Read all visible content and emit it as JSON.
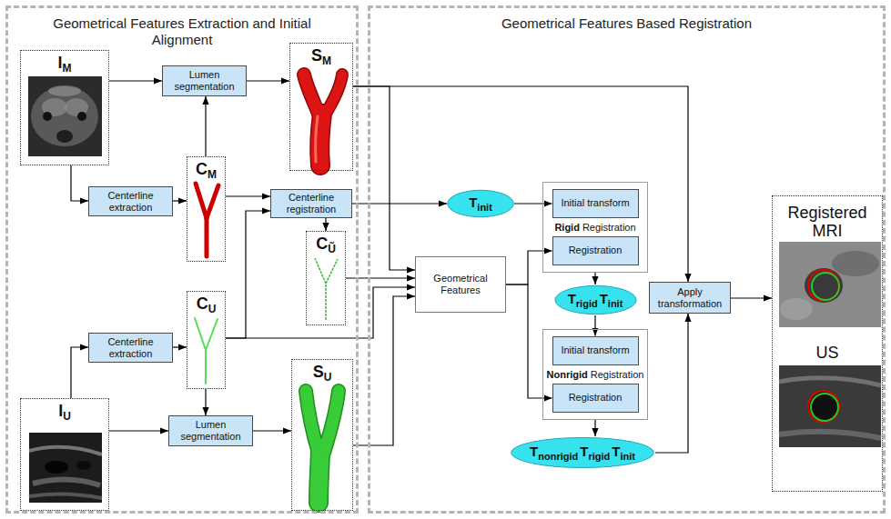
{
  "diagram": {
    "nodes": [
      {
        "text": [
          "Geometrical Features Extraction and Initial Alignment"
        ]
      },
      {
        "text": [
          "I",
          "M"
        ],
        "in": 0
      },
      {
        "text": [
          "Lumen segmentation"
        ],
        "in": 0
      },
      {
        "text": [
          "S",
          "M"
        ],
        "in": 0
      },
      {
        "text": [
          "Centerline extraction"
        ],
        "in": 0
      },
      {
        "text": [
          "C",
          "M"
        ],
        "in": 0
      },
      {
        "text": [
          "Centerline registration"
        ],
        "in": 0
      },
      {
        "text": [
          "C",
          "Ũ"
        ],
        "in": 0
      },
      {
        "text": [
          "C",
          "U"
        ],
        "in": 0
      },
      {
        "text": [
          "Centerline extraction"
        ],
        "in": 0
      },
      {
        "text": [
          "I",
          "U"
        ],
        "in": 0
      },
      {
        "text": [
          "Lumen segmentation"
        ],
        "in": 0
      },
      {
        "text": [
          "S",
          "U"
        ],
        "in": 0
      },
      {
        "text": [
          "Geometrical Features Based Registration"
        ]
      },
      {
        "text": [
          "T",
          "init"
        ],
        "in": 13
      },
      {
        "text": [
          "Rigid",
          "Registration"
        ],
        "in": 13
      },
      {
        "text": [
          "Initial transform"
        ],
        "in": 15
      },
      {
        "text": [
          "Registration"
        ],
        "in": 15
      },
      {
        "text": [
          "Geometrical Features"
        ],
        "in": 13
      },
      {
        "text": [
          "T",
          "rigid",
          "T",
          "init"
        ],
        "in": 13
      },
      {
        "text": [
          "Nonrigid",
          "Registration"
        ],
        "in": 13
      },
      {
        "text": [
          "Initial transform"
        ],
        "in": 20
      },
      {
        "text": [
          "Registration"
        ],
        "in": 20
      },
      {
        "text": [
          "T",
          "nonrigid",
          "T",
          "rigid",
          "T",
          "init"
        ],
        "in": 13
      },
      {
        "text": [
          "Apply transformation"
        ],
        "in": 13
      },
      {
        "text": [
          "Registered MRI",
          "US"
        ],
        "in": 13
      }
    ],
    "edges": [
      {
        "from": 1,
        "to": 2,
        "arrow": "to"
      },
      {
        "from": 2,
        "to": 3,
        "arrow": "to"
      },
      {
        "from": 5,
        "to": 2,
        "arrow": "to"
      },
      {
        "from": 1,
        "to": 4,
        "arrow": "to"
      },
      {
        "from": 4,
        "to": 5,
        "arrow": "to"
      },
      {
        "from": 5,
        "to": 6,
        "arrow": "to"
      },
      {
        "from": 8,
        "to": 6,
        "arrow": "to"
      },
      {
        "from": 6,
        "to": 7,
        "arrow": "to"
      },
      {
        "from": 6,
        "to": 14,
        "arrow": "to"
      },
      {
        "from": 10,
        "to": 9,
        "arrow": "to"
      },
      {
        "from": 9,
        "to": 8,
        "arrow": "to"
      },
      {
        "from": 8,
        "to": 11,
        "arrow": "to"
      },
      {
        "from": 10,
        "to": 11,
        "arrow": "to"
      },
      {
        "from": 11,
        "to": 12,
        "arrow": "to"
      },
      {
        "from": 3,
        "to": 18,
        "arrow": "to"
      },
      {
        "from": 3,
        "to": 24,
        "arrow": "to"
      },
      {
        "from": 7,
        "to": 18,
        "arrow": "to"
      },
      {
        "from": 8,
        "to": 18,
        "arrow": "to"
      },
      {
        "from": 12,
        "to": 18,
        "arrow": "to"
      },
      {
        "from": 14,
        "to": 16,
        "arrow": "to"
      },
      {
        "from": 18,
        "to": 17,
        "arrow": "to"
      },
      {
        "from": 18,
        "to": 22,
        "arrow": "to"
      },
      {
        "from": 15,
        "to": 19,
        "arrow": "to"
      },
      {
        "from": 19,
        "to": 21,
        "arrow": "to"
      },
      {
        "from": 20,
        "to": 23,
        "arrow": "to"
      },
      {
        "from": 23,
        "to": 24,
        "arrow": "to"
      },
      {
        "from": 24,
        "to": 25,
        "arrow": "to"
      }
    ]
  }
}
